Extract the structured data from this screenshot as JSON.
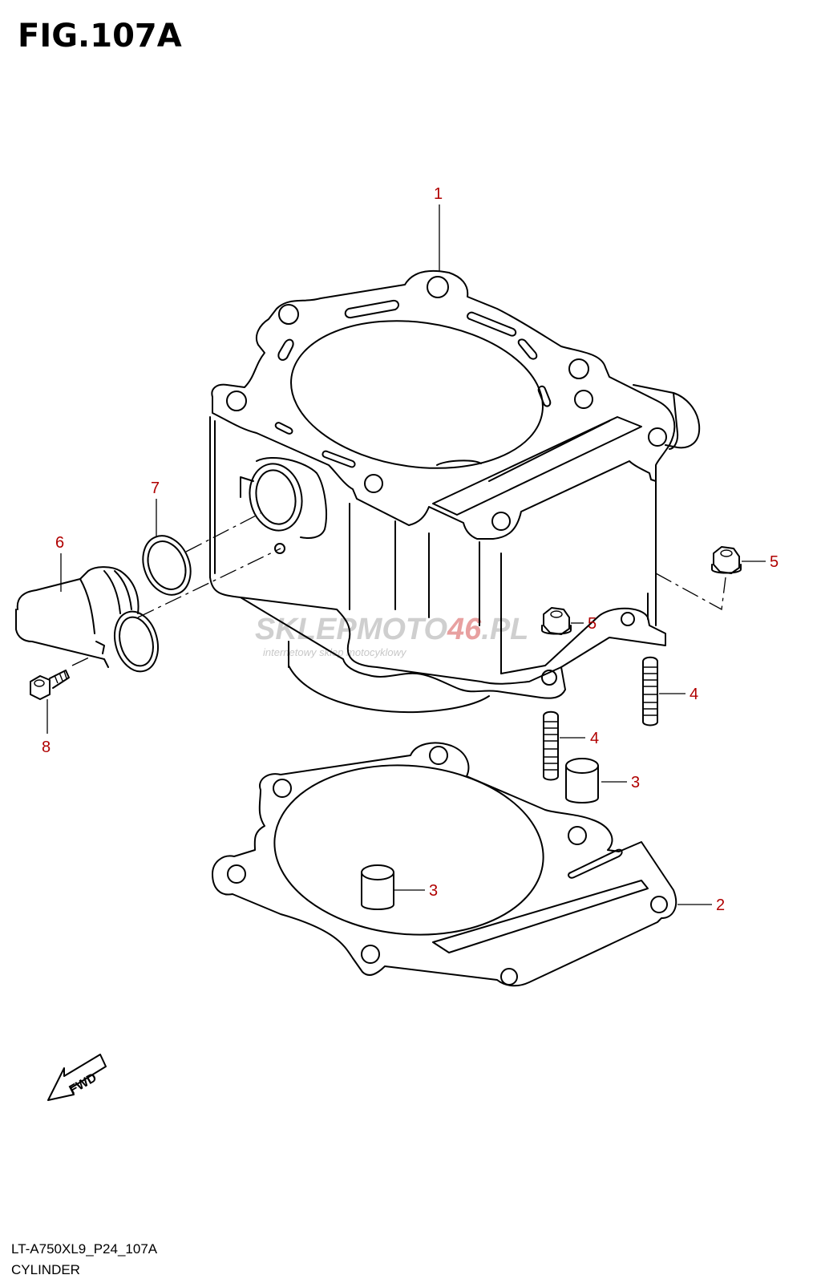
{
  "figure": {
    "title": "FIG.107A"
  },
  "footer": {
    "model_code": "LT-A750XL9_P24_107A",
    "section_name": "CYLINDER"
  },
  "watermark": {
    "brand_a": "SKLEP",
    "brand_b": "MOTO",
    "brand_c": "46",
    "brand_d": ".PL",
    "tagline": "internetowy sklep motocyklowy"
  },
  "fwd_mark": {
    "label": "FWD"
  },
  "callouts": [
    {
      "id": "1",
      "label": "1",
      "part": "cylinder"
    },
    {
      "id": "2",
      "label": "2",
      "part": "gasket"
    },
    {
      "id": "3a",
      "label": "3",
      "part": "dowel-pin-upper"
    },
    {
      "id": "3b",
      "label": "3",
      "part": "dowel-pin-lower"
    },
    {
      "id": "4a",
      "label": "4",
      "part": "stud-right"
    },
    {
      "id": "4b",
      "label": "4",
      "part": "stud-left"
    },
    {
      "id": "5a",
      "label": "5",
      "part": "nut-right"
    },
    {
      "id": "5b",
      "label": "5",
      "part": "nut-center"
    },
    {
      "id": "6",
      "label": "6",
      "part": "water-inlet-pipe"
    },
    {
      "id": "7",
      "label": "7",
      "part": "o-ring"
    },
    {
      "id": "8",
      "label": "8",
      "part": "bolt"
    }
  ],
  "colors": {
    "callout": "#b00000",
    "lines": "#000000",
    "watermark": "#cfcfcf"
  }
}
